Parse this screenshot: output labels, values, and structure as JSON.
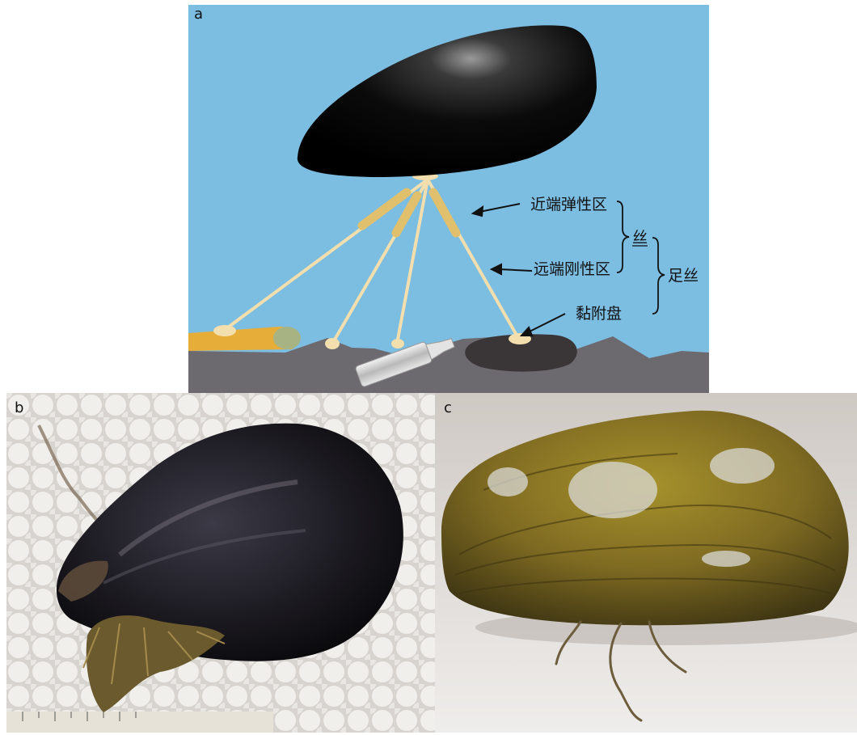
{
  "figure": {
    "panels": {
      "a": {
        "label": "a"
      },
      "b": {
        "label": "b"
      },
      "c": {
        "label": "c"
      }
    },
    "annotations": {
      "proximal": "近端弹性区",
      "distal": "远端刚性区",
      "thread": "丝",
      "byssus": "足丝",
      "plaque": "黏附盘"
    },
    "colors": {
      "water": "#7cbde2",
      "seabed": "#6d6a6f",
      "byssus": "#f3dfad",
      "shell": "#0a0a0a",
      "log": "#e6ad38"
    }
  }
}
